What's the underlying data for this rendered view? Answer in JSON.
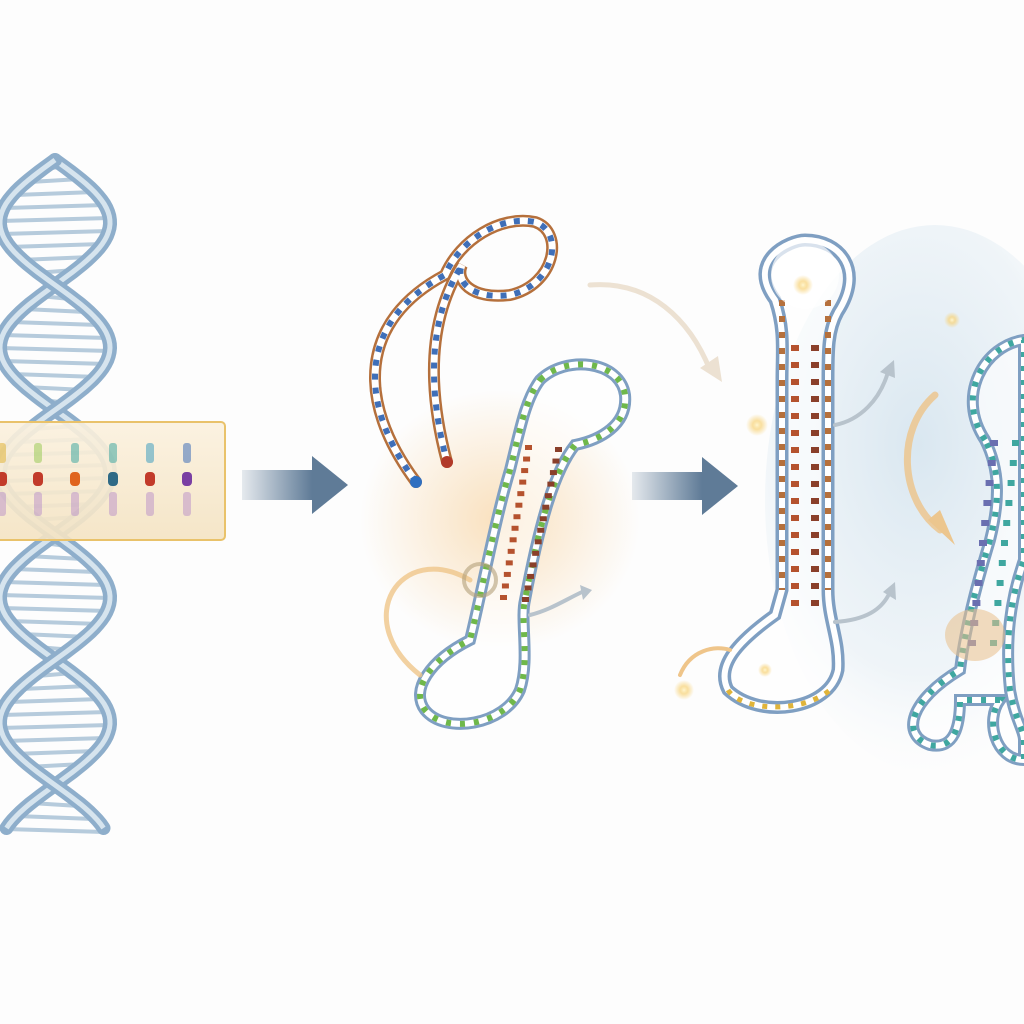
{
  "colors": {
    "background": "#fdfdfd",
    "helix": "#9fbcd3",
    "strand_outline": "#7f9fc2",
    "strand_brown": "#b5703c",
    "arrow": "#5f7b97",
    "glow": "#f2c98a",
    "highlight_box": "#e9c26a",
    "cell_bubble": "#dbe8f2"
  },
  "base_palette": [
    "#3f6fb8",
    "#6fb84a",
    "#e0b43a",
    "#c23b2a",
    "#7a4fa3",
    "#3fa7a0",
    "#8a5a2b",
    "#2f6a86"
  ],
  "stages": [
    {
      "name": "dna-double-helix",
      "icon": "dna-helix-icon"
    },
    {
      "name": "rna-strand-folding",
      "icon": "rna-strand-icon"
    },
    {
      "name": "hairpin-structure",
      "icon": "hairpin-icon"
    },
    {
      "name": "processed-hairpin",
      "icon": "hairpin-icon"
    }
  ]
}
